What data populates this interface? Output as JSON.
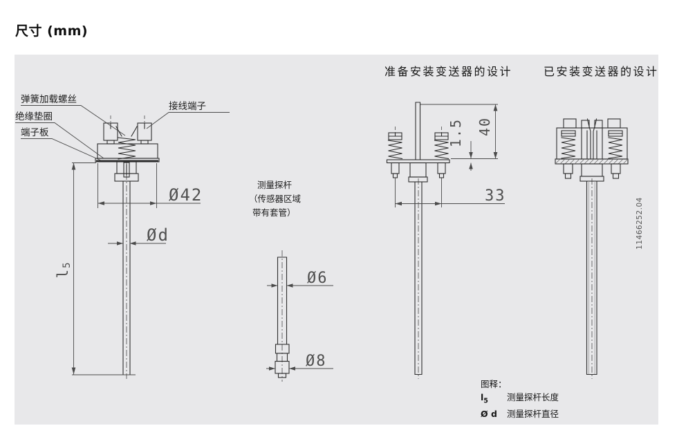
{
  "title": "尺寸 (mm)",
  "panel": {
    "headers": {
      "prepared": "准备安装变送器的设计",
      "installed": "已安装变送器的设计"
    },
    "left_labels": {
      "spring_screw": "弹簧加载螺丝",
      "washer": "绝缘垫圈",
      "terminal_board": "端子板",
      "terminal": "接线端子"
    },
    "probe_caption": {
      "line1": "测量探杆",
      "line2": "（传感器区域",
      "line3": "带有套管）"
    },
    "dims": {
      "d42": "Ø42",
      "dd": "Ød",
      "l_main": "l",
      "l_sub": "5",
      "d6": "Ø6",
      "d8": "Ø8",
      "h15": "1.5",
      "h40": "40",
      "w33": "33"
    },
    "doc_number": "11466252.04",
    "legend": {
      "title": "图释：",
      "sym1_main": "l",
      "sym1_sub": "5",
      "desc1": "测量探杆长度",
      "sym2": "Ø d",
      "desc2": "测量探杆直径"
    }
  },
  "colors": {
    "panel_bg": "#e8e8ea",
    "line": "#2d2d2d",
    "dim_text": "#4f4f4f"
  }
}
